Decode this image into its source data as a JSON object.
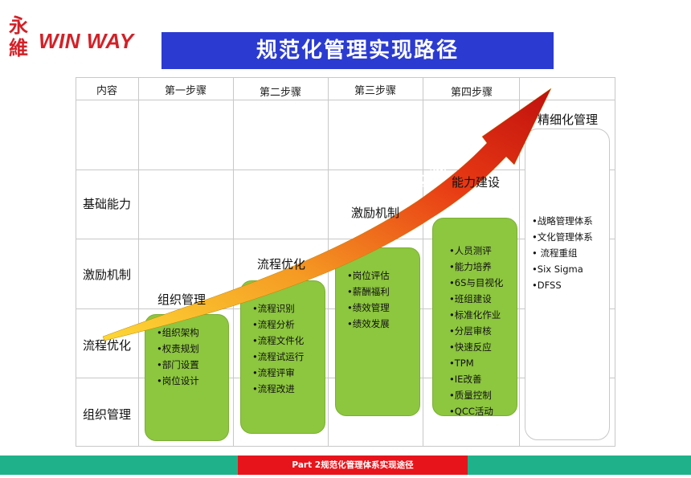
{
  "logo": {
    "mark": "永維",
    "text": "WIN WAY",
    "color": "#d42027"
  },
  "title": "规范化管理实现路径",
  "title_color": "#2b3bd2",
  "columns": [
    "内容",
    "第一步骤",
    "第二步骤",
    "第三步骤",
    "第四步骤"
  ],
  "rows": [
    "基础能力",
    "激励机制",
    "流程优化",
    "组织管理"
  ],
  "stages": [
    {
      "label": "组织管理",
      "items": [
        "•组织架构",
        "•权责规划",
        "•部门设置",
        "•岗位设计"
      ]
    },
    {
      "label": "流程优化",
      "items": [
        "•流程识别",
        "•流程分析",
        "•流程文件化",
        "•流程试运行",
        "•流程评审",
        "•流程改进"
      ]
    },
    {
      "label": "激励机制",
      "items": [
        "•岗位评估",
        "•薪酬福利",
        "•绩效管理",
        "•绩效发展"
      ]
    },
    {
      "label": "能力建设",
      "items": [
        "•人员测评",
        "•能力培养",
        "•6S与目视化",
        "•班组建设",
        "•标准化作业",
        "•分层审核",
        "•快速反应",
        "•TPM",
        "•IE改善",
        "•质量控制",
        "•QCC活动"
      ]
    }
  ],
  "final_stage": {
    "label": "精细化管理",
    "items": [
      "•战略管理体系",
      "•文化管理体系",
      "• 流程重组",
      "•Six Sigma",
      "•DFSS"
    ]
  },
  "arrow_label": "人财育成",
  "box_color": "#8dc63f",
  "footer": {
    "text": "Part 2规范化管理体系实现途径",
    "band_color": "#1fb28a",
    "accent_color": "#e8141b"
  }
}
